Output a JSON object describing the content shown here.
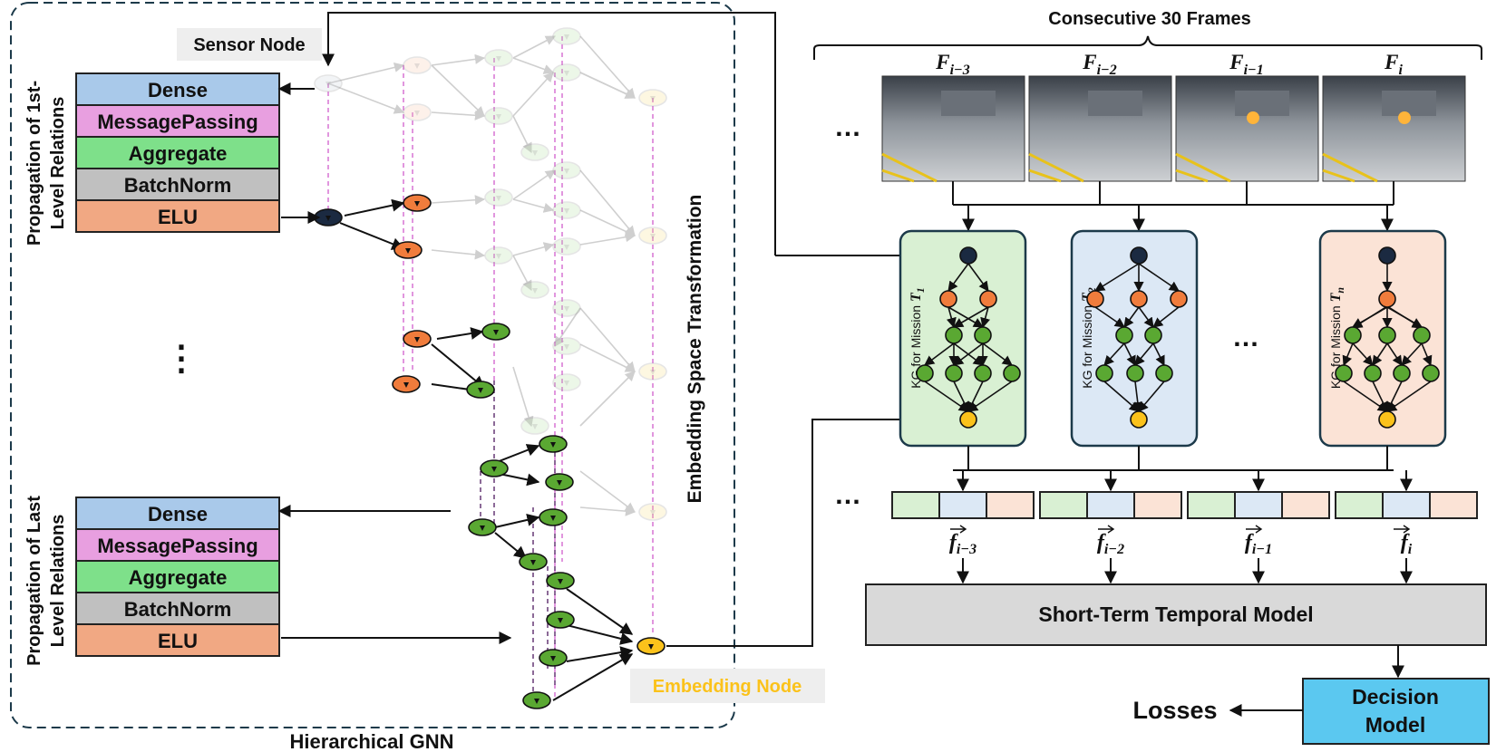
{
  "title": "Hierarchical GNN",
  "sensor_node_label": "Sensor Node",
  "embedding_node_label": "Embedding Node",
  "embedding_space_label": "Embedding Space Transformation",
  "propagation_first": [
    "Propagation of 1st-",
    "Level Relations"
  ],
  "propagation_last": [
    "Propagation of Last",
    "Level Relations"
  ],
  "layers": [
    "Dense",
    "MessagePassing",
    "Aggregate",
    "BatchNorm",
    "ELU"
  ],
  "layer_colors": [
    "#a9c9ea",
    "#e89fe0",
    "#7ee08a",
    "#c0c0c0",
    "#f1a883"
  ],
  "vertical_ellipsis": "⋮",
  "ellipsis": "…",
  "consecutive_frames": "Consecutive 30 Frames",
  "frames": [
    {
      "base": "F",
      "sub": "i−3"
    },
    {
      "base": "F",
      "sub": "i−2"
    },
    {
      "base": "F",
      "sub": "i−1"
    },
    {
      "base": "F",
      "sub": "i"
    }
  ],
  "kg_panels": [
    {
      "prefix": "KG for Mission ",
      "var": "T",
      "sub": "1",
      "color": "#d9f0d3"
    },
    {
      "prefix": "KG for Mission ",
      "var": "T",
      "sub": "2",
      "color": "#dce8f5"
    },
    {
      "prefix": "KG for Mission ",
      "var": "T",
      "sub": "n",
      "color": "#fbe3d6"
    }
  ],
  "feature_vectors": [
    {
      "base": "f",
      "sub": "i−3"
    },
    {
      "base": "f",
      "sub": "i−2"
    },
    {
      "base": "f",
      "sub": "i−1"
    },
    {
      "base": "f",
      "sub": "i"
    }
  ],
  "feature_colors": [
    "#d9f0d3",
    "#dce8f5",
    "#fbe3d6"
  ],
  "temporal_model": "Short-Term Temporal Model",
  "decision_model": [
    "Decision",
    "Model"
  ],
  "losses": "Losses",
  "colors": {
    "sensor": "#1b2a41",
    "orange": "#f07c3c",
    "green": "#5aa832",
    "yellow": "#fbc21b",
    "cyan": "#5bc8f0",
    "label_bg": "#eeeeee"
  }
}
